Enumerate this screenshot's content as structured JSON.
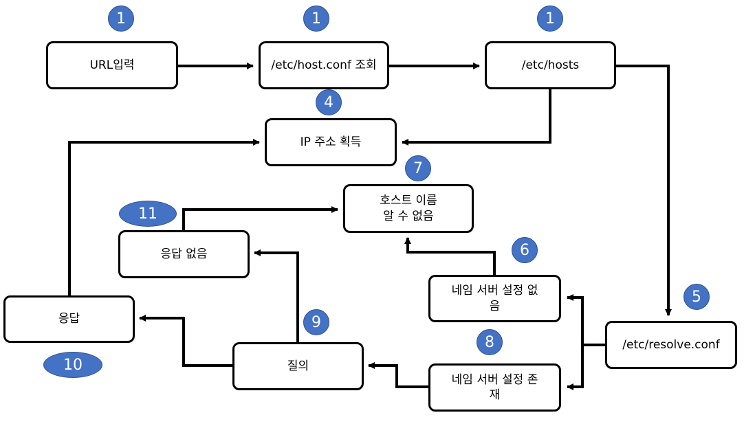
{
  "nodes": {
    "url_input": "URL입력",
    "host_conf": "/etc/host.conf 조회",
    "hosts": "/etc/hosts",
    "ip_get": "IP 주소 획득",
    "unknown_host": "호스트 이름\n알 수 없음",
    "no_response": "응답 없음",
    "ns_none": "네임 서버 설정 없\n음",
    "response": "응답",
    "query": "질의",
    "ns_exists": "네임 서버 설정 존\n재",
    "resolve_conf": "/etc/resolve.conf"
  },
  "badges": {
    "b1a": "1",
    "b1b": "1",
    "b1c": "1",
    "b4": "4",
    "b5": "5",
    "b6": "6",
    "b7": "7",
    "b8": "8",
    "b9": "9",
    "b10": "10",
    "b11": "11"
  },
  "colors": {
    "badge_fill": "#4472c4",
    "line": "#000000",
    "badge_text": "#ffffff"
  }
}
